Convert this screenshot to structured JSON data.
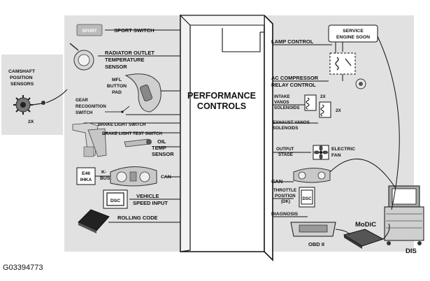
{
  "center_block": {
    "line1": "PERFORMANCE",
    "line2": "CONTROLS"
  },
  "camshaft": {
    "line1": "CAMSHAFT",
    "line2": "POSITION",
    "line3": "SENSORS",
    "count": "2X"
  },
  "inputs": {
    "sport_switch": "SPORT SWITCH",
    "sport_button_text": "SPORT",
    "radiator_outlet": {
      "line1": "RADIATOR OUTLET",
      "line2": "TEMPERATURE",
      "line3": "SENSOR"
    },
    "mfl_button_pad": {
      "line1": "MFL",
      "line2": "BUTTON",
      "line3": "PAD"
    },
    "gear_recognition": {
      "line1": "GEAR",
      "line2": "RECOGNITION",
      "line3": "SWITCH"
    },
    "brake_light_switch": "BRAKE LIGHT SWITCH",
    "brake_light_test_switch": "BRAKE LIGHT  TEST SWITCH",
    "oil_temp_sensor": {
      "line1": "OIL",
      "line2": "TEMP",
      "line3": "SENSOR"
    },
    "e46_ihka": {
      "line1": "E46",
      "line2": "IHKA"
    },
    "kbus": {
      "line1": "K-",
      "line2": "BUS"
    },
    "can_left": "CAN",
    "dsc_left": "DSC",
    "vehicle_speed": {
      "line1": "VEHICLE",
      "line2": "SPEED INPUT"
    },
    "rolling_code": "ROLLING CODE"
  },
  "outputs": {
    "lamp_control": "LAMP CONTROL",
    "service_engine_soon": {
      "line1": "SERVICE",
      "line2": "ENGINE SOON"
    },
    "ac_compressor": {
      "line1": "AC COMPRESSOR",
      "line2": "RELAY CONTROL"
    },
    "intake_vanos": {
      "line1": "INTAKE",
      "line2": "VANOS",
      "line3": "SOLENOIDS"
    },
    "intake_count": "2X",
    "exhaust_vanos": {
      "line1": "EXHAUST  VANOS",
      "line2": "SOLENOIDS"
    },
    "exhaust_count": "2X",
    "output_stage": {
      "line1": "OUTPUT",
      "line2": "STAGE"
    },
    "electric_fan": {
      "line1": "ELECTRIC",
      "line2": "FAN"
    },
    "can_right": "CAN",
    "throttle": {
      "line1": "THROTTLE",
      "line2": "POSITION",
      "line3": "(DK)"
    },
    "dsc_right": "DSC",
    "diagnosis": "DIAGNOSIS",
    "obd2": "OBD II",
    "modic": "MoDiC",
    "dis": "DIS"
  },
  "figure_id": "G03394773"
}
